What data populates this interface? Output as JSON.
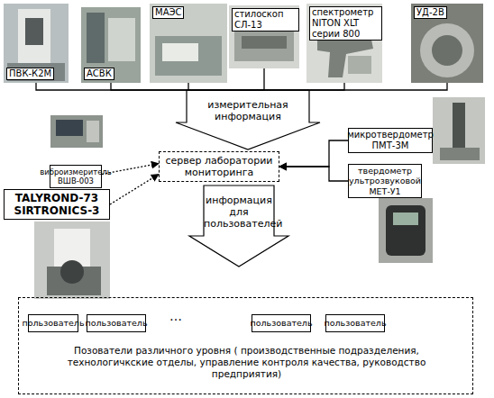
{
  "diagram": {
    "nodes": [
      {
        "text": [
          "ПВК-К2М"
        ]
      },
      {
        "text": [
          "АСВК"
        ]
      },
      {
        "text": [
          "МАЭС"
        ]
      },
      {
        "text": [
          "стилоскоп СЛ-13"
        ]
      },
      {
        "text": [
          "спектрометр NITON XLT серии 800"
        ]
      },
      {
        "text": [
          "УД-2В"
        ]
      },
      {
        "text": [
          "измерительная информация"
        ]
      },
      {
        "text": [
          "виброизмеритель ВШВ-003"
        ]
      },
      {
        "text": [
          "TALYROND-73 SIRTRONICS-3"
        ]
      },
      {
        "text": [
          "сервер лаборатории мониторинга"
        ]
      },
      {
        "text": [
          "микротвердометр ПМТ-3М"
        ]
      },
      {
        "text": [
          "твердометр ультрозвуковой МЕТ-У1"
        ]
      },
      {
        "text": [
          "информация для пользователей"
        ]
      },
      {
        "text": [
          "Позователи различного уровня ( производственные подразделения, технологичкские отделы, управление контроля качества, руководство предприятия)"
        ]
      },
      {
        "text": [
          "пользователь"
        ],
        "in": 13
      },
      {
        "text": [
          "пользователь"
        ],
        "in": 13
      },
      {
        "text": [
          "пользователь"
        ],
        "in": 13
      },
      {
        "text": [
          "пользователь"
        ],
        "in": 13
      }
    ],
    "edges": [
      {
        "from": 0,
        "to": 6,
        "arrow": "none"
      },
      {
        "from": 1,
        "to": 6,
        "arrow": "none"
      },
      {
        "from": 2,
        "to": 6,
        "arrow": "none"
      },
      {
        "from": 3,
        "to": 6,
        "arrow": "none"
      },
      {
        "from": 4,
        "to": 6,
        "arrow": "none"
      },
      {
        "from": 5,
        "to": 6,
        "arrow": "none"
      },
      {
        "from": 7,
        "to": 9,
        "arrow": "to"
      },
      {
        "from": 8,
        "to": 9,
        "arrow": "to"
      },
      {
        "from": 10,
        "to": 9,
        "arrow": "to"
      },
      {
        "from": 11,
        "to": 9,
        "arrow": "to"
      }
    ],
    "labels": [
      "…"
    ]
  }
}
